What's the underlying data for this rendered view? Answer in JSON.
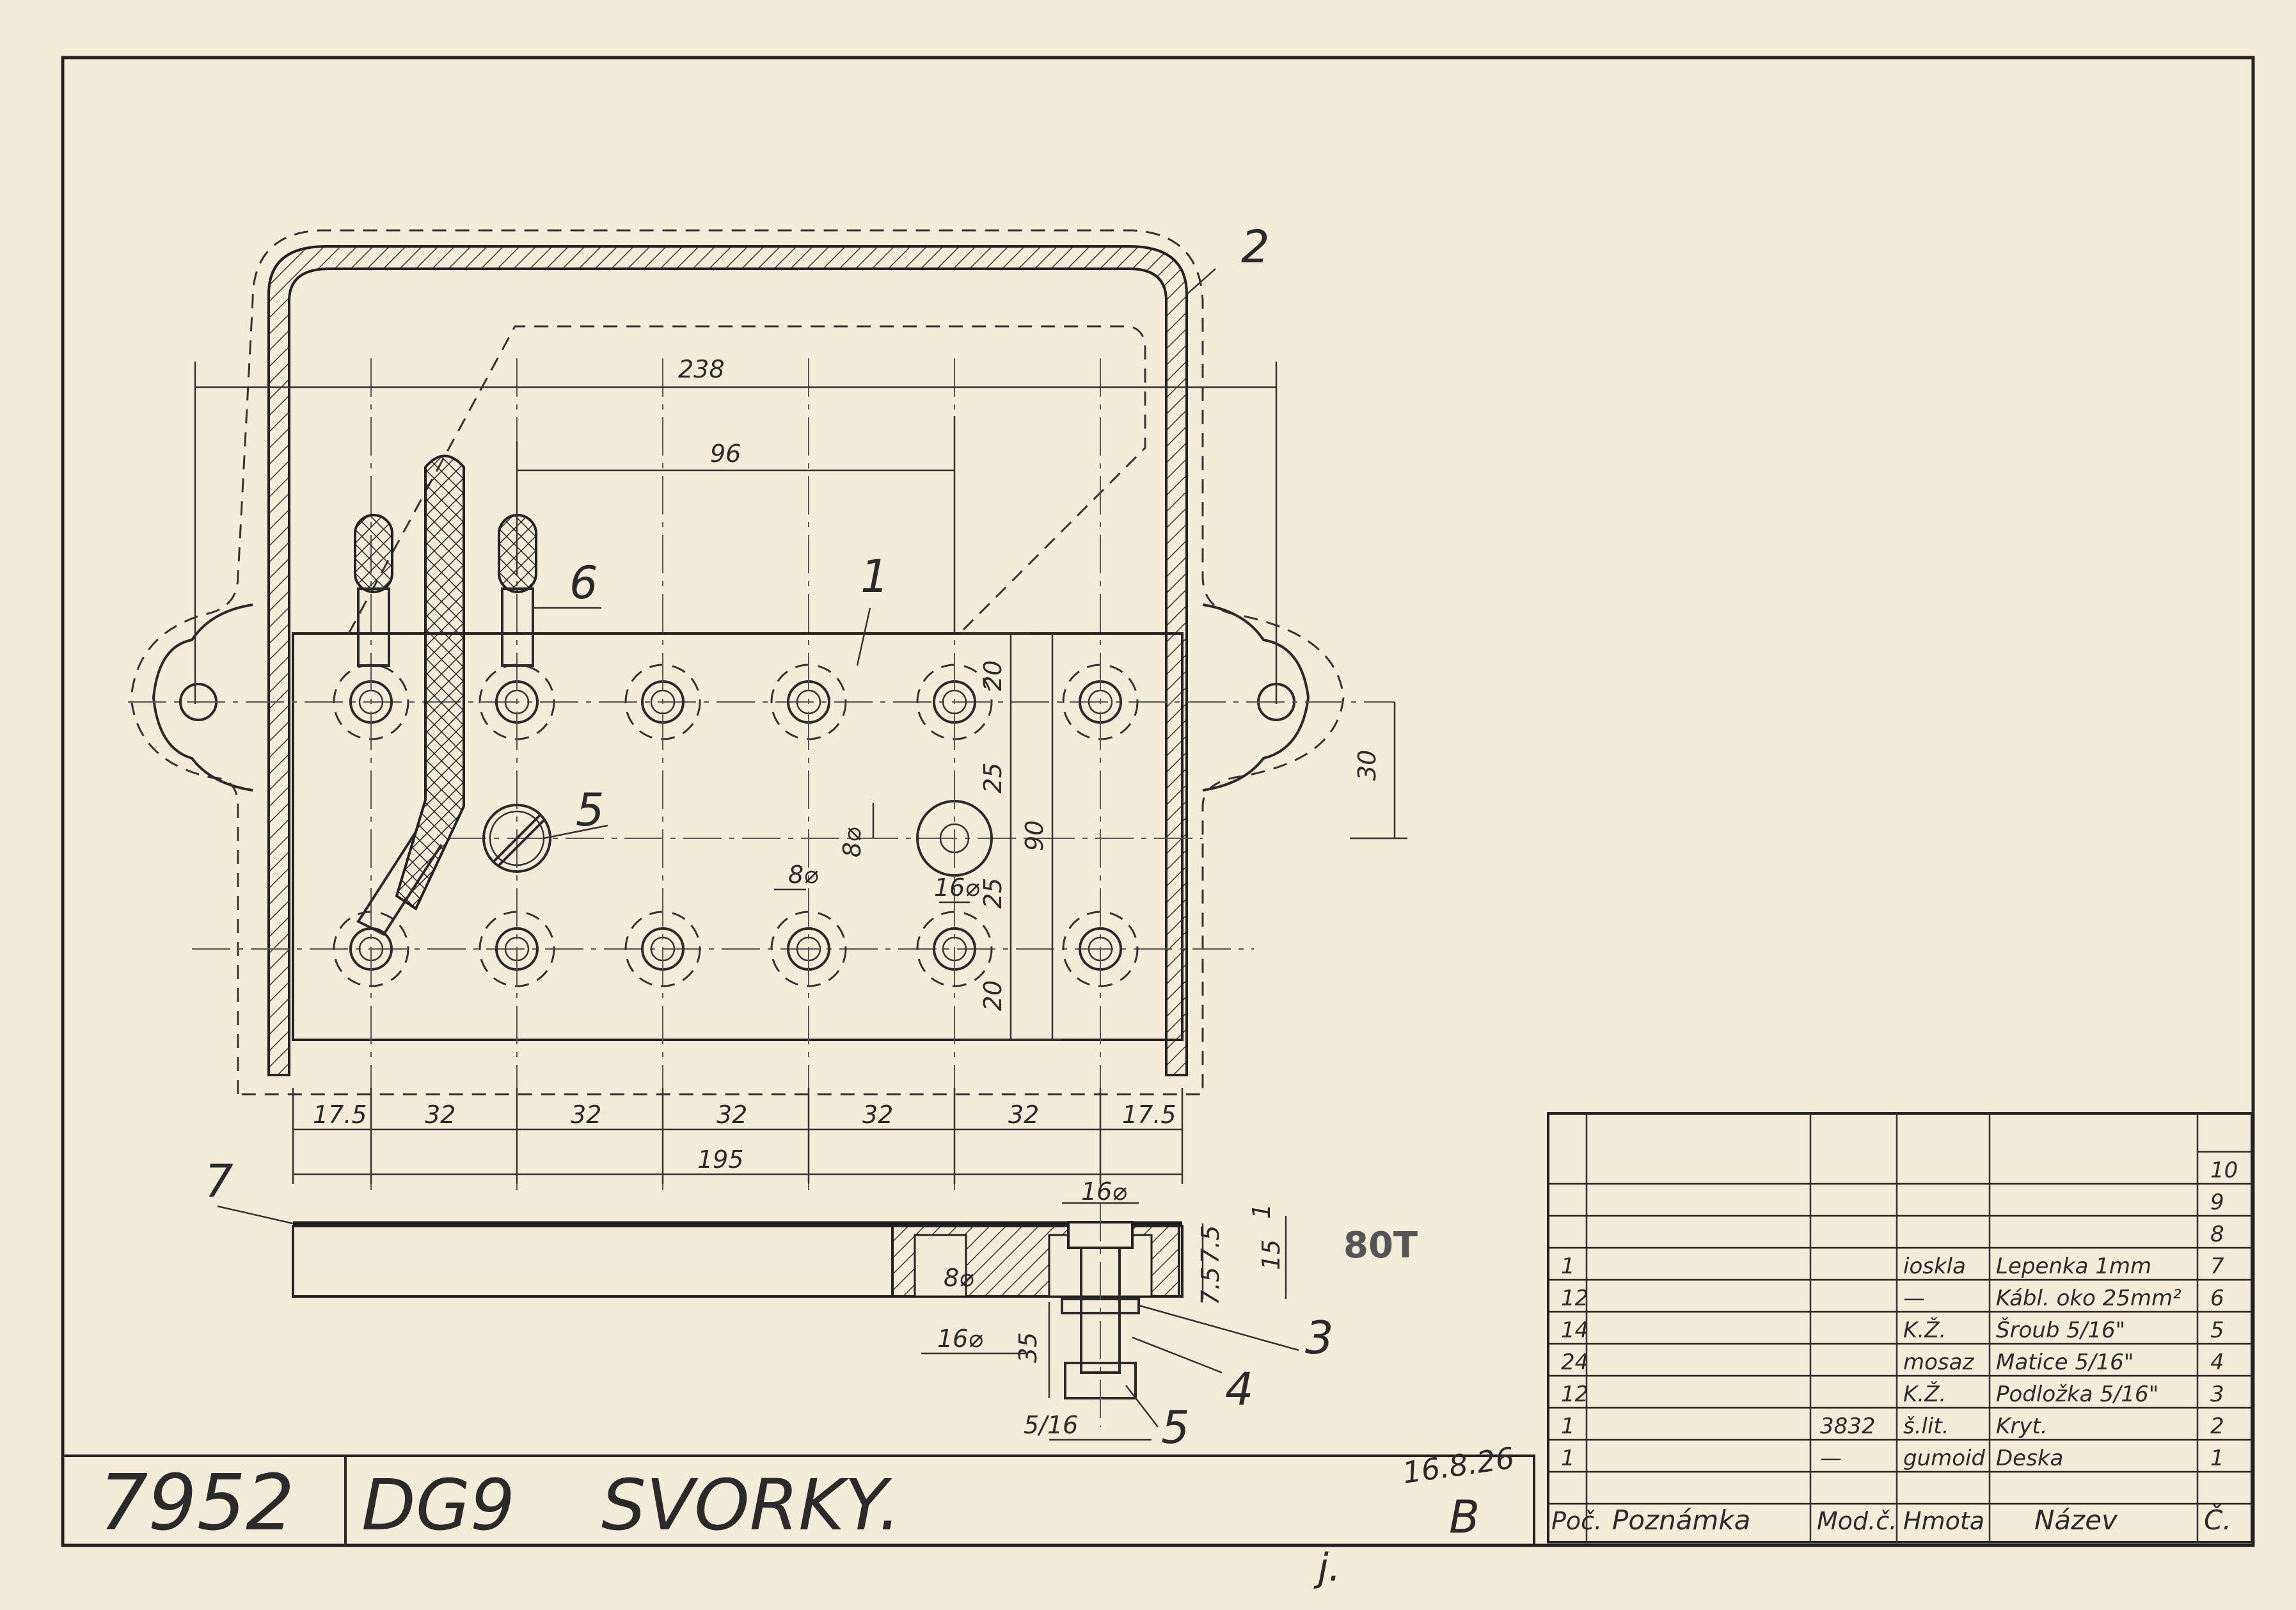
{
  "drawing": {
    "number": "7952",
    "code": "DG9",
    "title": "SVORKY.",
    "date": "16.8.26",
    "signature": "B",
    "stamp": "80T",
    "margin_mark": "j."
  },
  "dimensions": {
    "overall_width": "238",
    "spacing_top": "96",
    "height_30": "30",
    "height_90": "90",
    "row_20_top": "20",
    "row_25_top": "25",
    "row_25_bottom": "25",
    "row_20_bottom": "20",
    "hole_8": "8⌀",
    "hole_8_small": "8⌀",
    "hole_16": "16⌀",
    "pitches": [
      "17.5",
      "32",
      "32",
      "32",
      "32",
      "32",
      "17.5"
    ],
    "base_width": "195",
    "section_16": "16⌀",
    "section_8": "8⌀",
    "section_16b": "16⌀",
    "section_35": "35",
    "section_15": "15",
    "section_75": "7.5",
    "section_75b": "7.5",
    "section_1": "1",
    "thread": "5/16"
  },
  "callouts": {
    "c1": "1",
    "c2": "2",
    "c3": "3",
    "c4": "4",
    "c5a": "5",
    "c5b": "5",
    "c6": "6",
    "c7": "7"
  },
  "parts_table": {
    "headers": {
      "qty": "Poč.",
      "note": "Poznámka",
      "model": "Mod.č.",
      "material": "Hmota",
      "name": "Název",
      "number": "Č."
    },
    "rows": [
      {
        "no": "10",
        "qty": "",
        "note": "",
        "model": "",
        "material": "",
        "name": ""
      },
      {
        "no": "9",
        "qty": "",
        "note": "",
        "model": "",
        "material": "",
        "name": ""
      },
      {
        "no": "8",
        "qty": "",
        "note": "",
        "model": "",
        "material": "",
        "name": ""
      },
      {
        "no": "7",
        "qty": "1",
        "note": "",
        "model": "",
        "material": "ioskla",
        "name": "Lepenka 1mm"
      },
      {
        "no": "6",
        "qty": "12",
        "note": "",
        "model": "",
        "material": "—",
        "name": "Kábl. oko 25mm²"
      },
      {
        "no": "5",
        "qty": "14",
        "note": "",
        "model": "",
        "material": "K.Ž.",
        "name": "Šroub 5/16\""
      },
      {
        "no": "4",
        "qty": "24",
        "note": "",
        "model": "",
        "material": "mosaz",
        "name": "Matice 5/16\""
      },
      {
        "no": "3",
        "qty": "12",
        "note": "",
        "model": "",
        "material": "K.Ž.",
        "name": "Podložka 5/16\""
      },
      {
        "no": "2",
        "qty": "1",
        "note": "",
        "model": "3832",
        "material": "š.lit.",
        "name": "Kryt."
      },
      {
        "no": "1",
        "qty": "1",
        "note": "",
        "model": "—",
        "material": "gumoid",
        "name": "Deska"
      }
    ]
  },
  "colors": {
    "paper": "#f3ecd8",
    "ink": "#2a2a2a"
  }
}
